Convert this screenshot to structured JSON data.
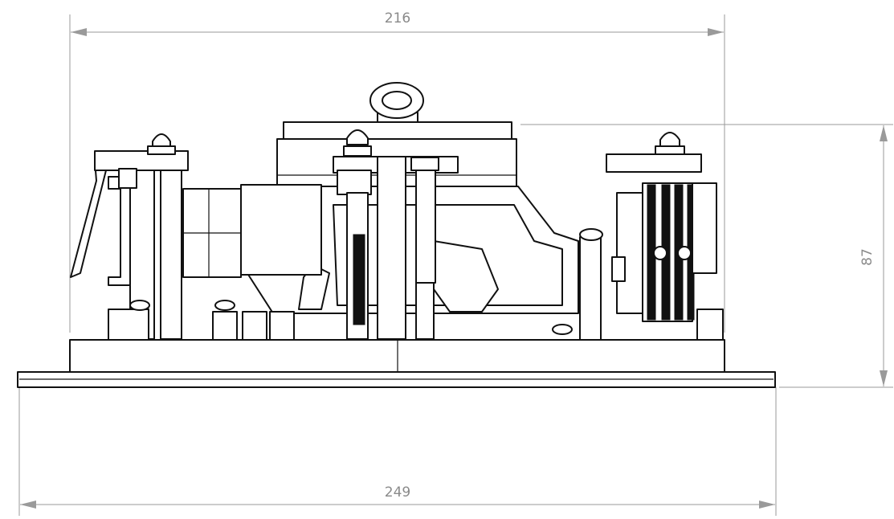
{
  "dimensions": {
    "top_width": "216",
    "bottom_width": "249",
    "height": "87"
  },
  "colors": {
    "dimension_line": "#9a9a9a",
    "dimension_text": "#8a8a8a",
    "outline": "#111111",
    "background": "#ffffff"
  }
}
